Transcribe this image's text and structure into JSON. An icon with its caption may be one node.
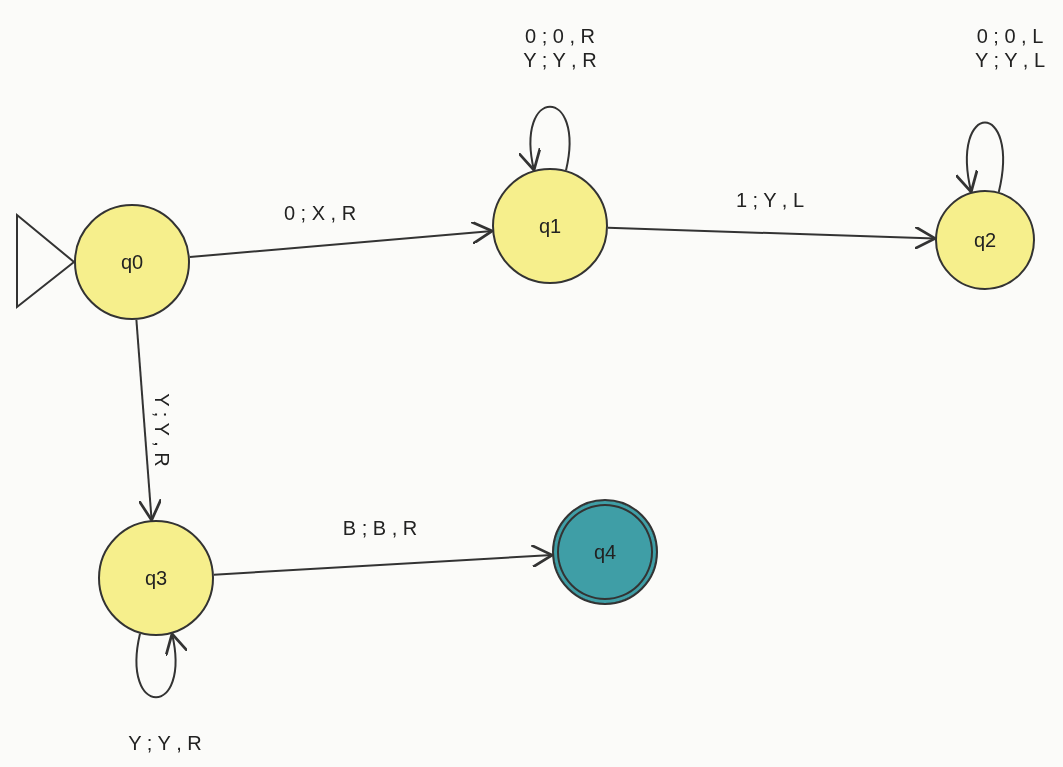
{
  "diagram": {
    "nodes": [
      {
        "text": [
          "q0"
        ]
      },
      {
        "text": [
          "q1"
        ]
      },
      {
        "text": [
          "q2"
        ]
      },
      {
        "text": [
          "q3"
        ]
      },
      {
        "text": [
          "q4"
        ]
      }
    ],
    "edges": [
      {
        "from": null,
        "to": 0,
        "arrow": "to"
      },
      {
        "from": 0,
        "to": 1,
        "arrow": "to",
        "label": "0 ; X , R"
      },
      {
        "from": 1,
        "to": 1,
        "arrow": "to",
        "label": "0 ; 0 , R Y ; Y , R"
      },
      {
        "from": 1,
        "to": 2,
        "arrow": "to",
        "label": "1 ; Y , L"
      },
      {
        "from": 2,
        "to": 2,
        "arrow": "to",
        "label": "0 ; 0 , L Y ; Y , L"
      },
      {
        "from": 0,
        "to": 3,
        "arrow": "to",
        "label": "Y ; Y , R"
      },
      {
        "from": 3,
        "to": 4,
        "arrow": "to",
        "label": "B ; B , R"
      },
      {
        "from": 3,
        "to": 3,
        "arrow": "to",
        "label": "Y ; Y , R"
      }
    ]
  }
}
